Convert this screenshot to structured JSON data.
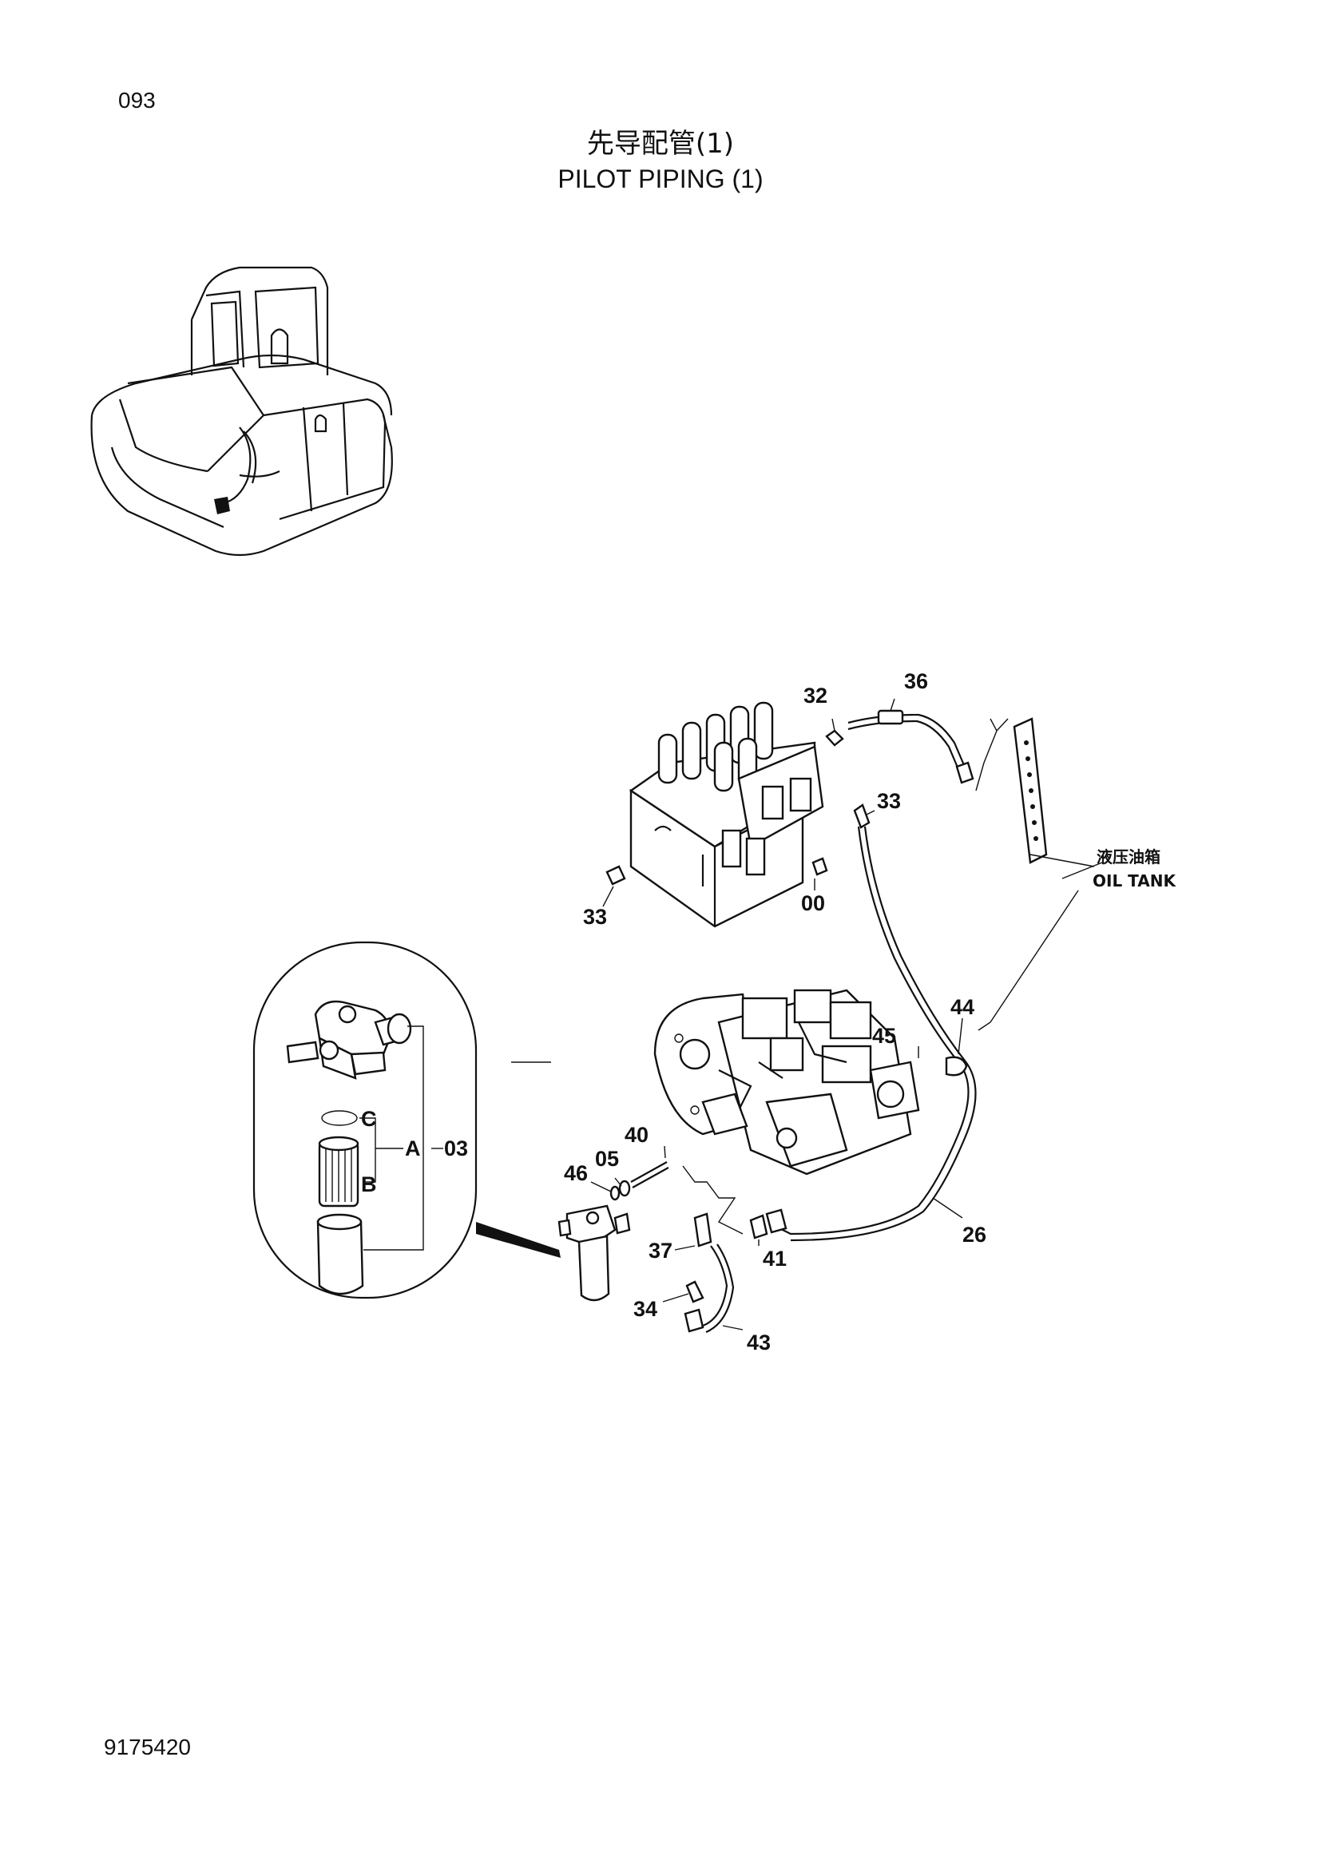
{
  "page_number": "093",
  "title_cn": "先导配管(1)",
  "title_en": "PILOT  PIPING (1)",
  "document_id": "9175420",
  "oil_tank_label": {
    "cn": "液压油箱",
    "en": "OIL  TANK"
  },
  "callouts": {
    "c32": "32",
    "c36": "36",
    "c33a": "33",
    "c33b": "33",
    "c00": "00",
    "c44": "44",
    "c45": "45",
    "c40": "40",
    "c05": "05",
    "c46": "46",
    "c37": "37",
    "c41": "41",
    "c34": "34",
    "c43": "43",
    "c26": "26",
    "cC": "C",
    "cA": "A",
    "cB": "B",
    "c03": "03"
  }
}
